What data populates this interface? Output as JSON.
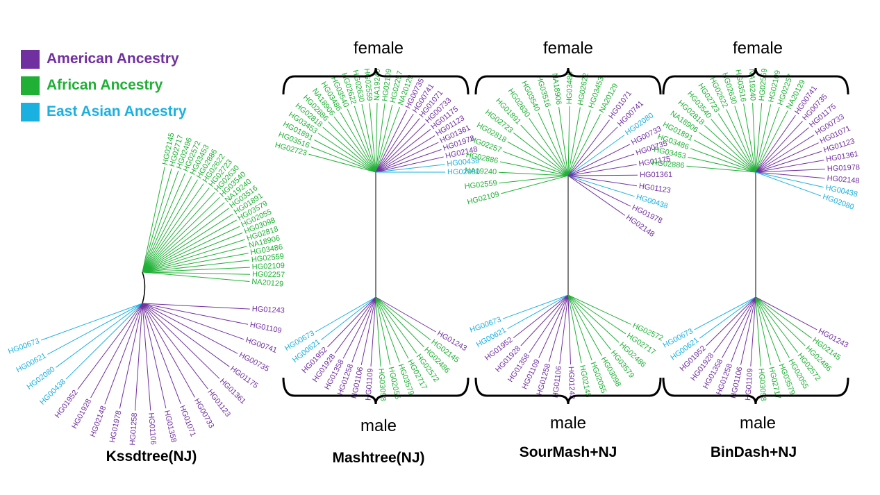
{
  "colors": {
    "american": "#7030a0",
    "african": "#1fb035",
    "east_asian": "#1ab0e0",
    "branch": "#000000"
  },
  "legend": [
    {
      "label": "American Ancestry",
      "group": "american"
    },
    {
      "label": "African Ancestry",
      "group": "african"
    },
    {
      "label": "East Asian Ancestry",
      "group": "east_asian"
    }
  ],
  "trees": {
    "kssdtree": {
      "title": "Kssdtree(NJ)",
      "upper_leaves": [
        [
          "HG02145",
          "african"
        ],
        [
          "HG02717",
          "african"
        ],
        [
          "HG02496",
          "african"
        ],
        [
          "HG02572",
          "african"
        ],
        [
          "HG03453",
          "african"
        ],
        [
          "HG02886",
          "african"
        ],
        [
          "HG02622",
          "african"
        ],
        [
          "HG02723",
          "african"
        ],
        [
          "HG02630",
          "african"
        ],
        [
          "HG03540",
          "african"
        ],
        [
          "NA19240",
          "african"
        ],
        [
          "HG03516",
          "african"
        ],
        [
          "HG01891",
          "african"
        ],
        [
          "HG03579",
          "african"
        ],
        [
          "HG02055",
          "african"
        ],
        [
          "HG03098",
          "african"
        ],
        [
          "HG02818",
          "african"
        ],
        [
          "NA18906",
          "african"
        ],
        [
          "HG03486",
          "african"
        ],
        [
          "HG02559",
          "african"
        ],
        [
          "HG02109",
          "african"
        ],
        [
          "HG02257",
          "african"
        ],
        [
          "NA20129",
          "african"
        ]
      ],
      "lower_leaves": [
        [
          "HG00673",
          "east_asian"
        ],
        [
          "HG00621",
          "east_asian"
        ],
        [
          "HG02080",
          "east_asian"
        ],
        [
          "HG00438",
          "east_asian"
        ],
        [
          "HG01952",
          "american"
        ],
        [
          "HG01928",
          "american"
        ],
        [
          "HG02148",
          "american"
        ],
        [
          "HG01978",
          "american"
        ],
        [
          "HG01258",
          "american"
        ],
        [
          "HG01106",
          "american"
        ],
        [
          "HG01358",
          "american"
        ],
        [
          "HG01071",
          "american"
        ],
        [
          "HG00733",
          "american"
        ],
        [
          "HG01123",
          "american"
        ],
        [
          "HG01361",
          "american"
        ],
        [
          "HG01175",
          "american"
        ],
        [
          "HG00735",
          "american"
        ],
        [
          "HG00741",
          "american"
        ],
        [
          "HG01109",
          "american"
        ],
        [
          "HG01243",
          "american"
        ]
      ]
    },
    "mashtree": {
      "title": "Mashtree(NJ)",
      "female_label": "female",
      "male_label": "male",
      "female_leaves": [
        [
          "HG02723",
          "african"
        ],
        [
          "HG03516",
          "african"
        ],
        [
          "HG01891",
          "african"
        ],
        [
          "HG03453",
          "african"
        ],
        [
          "HG02818",
          "african"
        ],
        [
          "HG02886",
          "african"
        ],
        [
          "NA18906",
          "african"
        ],
        [
          "HG03486",
          "african"
        ],
        [
          "HG03540",
          "african"
        ],
        [
          "HG02622",
          "african"
        ],
        [
          "HG02630",
          "african"
        ],
        [
          "HG02559",
          "african"
        ],
        [
          "NA19240",
          "african"
        ],
        [
          "HG02109",
          "african"
        ],
        [
          "HG02257",
          "african"
        ],
        [
          "NA20129",
          "african"
        ],
        [
          "HG00735",
          "american"
        ],
        [
          "HG00741",
          "american"
        ],
        [
          "HG01071",
          "american"
        ],
        [
          "HG00733",
          "american"
        ],
        [
          "HG01175",
          "american"
        ],
        [
          "HG01123",
          "american"
        ],
        [
          "HG01361",
          "american"
        ],
        [
          "HG01978",
          "american"
        ],
        [
          "HG02148",
          "american"
        ],
        [
          "HG00438",
          "east_asian"
        ],
        [
          "HG02080",
          "east_asian"
        ]
      ],
      "male_leaves": [
        [
          "HG00673",
          "east_asian"
        ],
        [
          "HG00621",
          "east_asian"
        ],
        [
          "HG01952",
          "american"
        ],
        [
          "HG01928",
          "american"
        ],
        [
          "HG01358",
          "american"
        ],
        [
          "HG01258",
          "american"
        ],
        [
          "HG01106",
          "american"
        ],
        [
          "HG01109",
          "american"
        ],
        [
          "HG03098",
          "african"
        ],
        [
          "HG02055",
          "african"
        ],
        [
          "HG03579",
          "african"
        ],
        [
          "HG02717",
          "african"
        ],
        [
          "HG02572",
          "african"
        ],
        [
          "HG02486",
          "african"
        ],
        [
          "HG02145",
          "african"
        ],
        [
          "HG01243",
          "american"
        ]
      ]
    },
    "sourmash": {
      "title": "SourMash+NJ",
      "female_label": "female",
      "male_label": "male",
      "female_leaves": [
        [
          "HG02109",
          "african"
        ],
        [
          "HG02559",
          "african"
        ],
        [
          "NA19240",
          "african"
        ],
        [
          "HG02886",
          "african"
        ],
        [
          "HG02257",
          "african"
        ],
        [
          "HG02818",
          "african"
        ],
        [
          "HG02723",
          "african"
        ],
        [
          "HG01891",
          "african"
        ],
        [
          "HG02630",
          "african"
        ],
        [
          "HG03540",
          "african"
        ],
        [
          "HG03516",
          "african"
        ],
        [
          "NA18906",
          "african"
        ],
        [
          "HG03486",
          "african"
        ],
        [
          "HG02622",
          "african"
        ],
        [
          "HG03453",
          "african"
        ],
        [
          "NA20129",
          "african"
        ],
        [
          "HG01071",
          "american"
        ],
        [
          "HG00741",
          "american"
        ],
        [
          "HG02080",
          "east_asian"
        ],
        [
          "HG00733",
          "american"
        ],
        [
          "HG00735",
          "american"
        ],
        [
          "HG01175",
          "american"
        ],
        [
          "HG01361",
          "american"
        ],
        [
          "HG01123",
          "american"
        ],
        [
          "HG00438",
          "east_asian"
        ],
        [
          "HG01978",
          "american"
        ],
        [
          "HG02148",
          "american"
        ]
      ],
      "male_leaves": [
        [
          "HG00673",
          "east_asian"
        ],
        [
          "HG00621",
          "east_asian"
        ],
        [
          "HG01952",
          "american"
        ],
        [
          "HG01928",
          "american"
        ],
        [
          "HG01358",
          "american"
        ],
        [
          "HG01109",
          "american"
        ],
        [
          "HG01258",
          "american"
        ],
        [
          "HG01106",
          "american"
        ],
        [
          "HG01243",
          "american"
        ],
        [
          "HG02145",
          "african"
        ],
        [
          "HG02055",
          "african"
        ],
        [
          "HG03098",
          "african"
        ],
        [
          "HG03579",
          "african"
        ],
        [
          "HG02486",
          "african"
        ],
        [
          "HG02717",
          "african"
        ],
        [
          "HG02572",
          "african"
        ]
      ]
    },
    "bindash": {
      "title": "BinDash+NJ",
      "female_label": "female",
      "male_label": "male",
      "female_leaves": [
        [
          "HG02886",
          "african"
        ],
        [
          "HG03453",
          "african"
        ],
        [
          "HG03486",
          "african"
        ],
        [
          "HG01891",
          "african"
        ],
        [
          "NA18906",
          "african"
        ],
        [
          "HG02818",
          "african"
        ],
        [
          "HG03540",
          "african"
        ],
        [
          "HG02723",
          "african"
        ],
        [
          "HG02622",
          "african"
        ],
        [
          "HG02630",
          "african"
        ],
        [
          "HG03516",
          "african"
        ],
        [
          "NA19240",
          "african"
        ],
        [
          "HG02559",
          "african"
        ],
        [
          "HG02109",
          "african"
        ],
        [
          "HG02257",
          "african"
        ],
        [
          "NA20129",
          "african"
        ],
        [
          "HG00741",
          "american"
        ],
        [
          "HG00735",
          "american"
        ],
        [
          "HG01175",
          "american"
        ],
        [
          "HG00733",
          "american"
        ],
        [
          "HG01071",
          "american"
        ],
        [
          "HG01123",
          "american"
        ],
        [
          "HG01361",
          "american"
        ],
        [
          "HG01978",
          "american"
        ],
        [
          "HG02148",
          "american"
        ],
        [
          "HG00438",
          "east_asian"
        ],
        [
          "HG02080",
          "east_asian"
        ]
      ],
      "male_leaves": [
        [
          "HG00673",
          "east_asian"
        ],
        [
          "HG00621",
          "east_asian"
        ],
        [
          "HG01952",
          "american"
        ],
        [
          "HG01928",
          "american"
        ],
        [
          "HG01358",
          "american"
        ],
        [
          "HG01258",
          "american"
        ],
        [
          "HG01106",
          "american"
        ],
        [
          "HG01109",
          "american"
        ],
        [
          "HG03098",
          "african"
        ],
        [
          "HG02717",
          "african"
        ],
        [
          "HG03579",
          "african"
        ],
        [
          "HG02055",
          "african"
        ],
        [
          "HG02572",
          "african"
        ],
        [
          "HG02486",
          "african"
        ],
        [
          "HG02145",
          "african"
        ],
        [
          "HG01243",
          "american"
        ]
      ]
    }
  }
}
